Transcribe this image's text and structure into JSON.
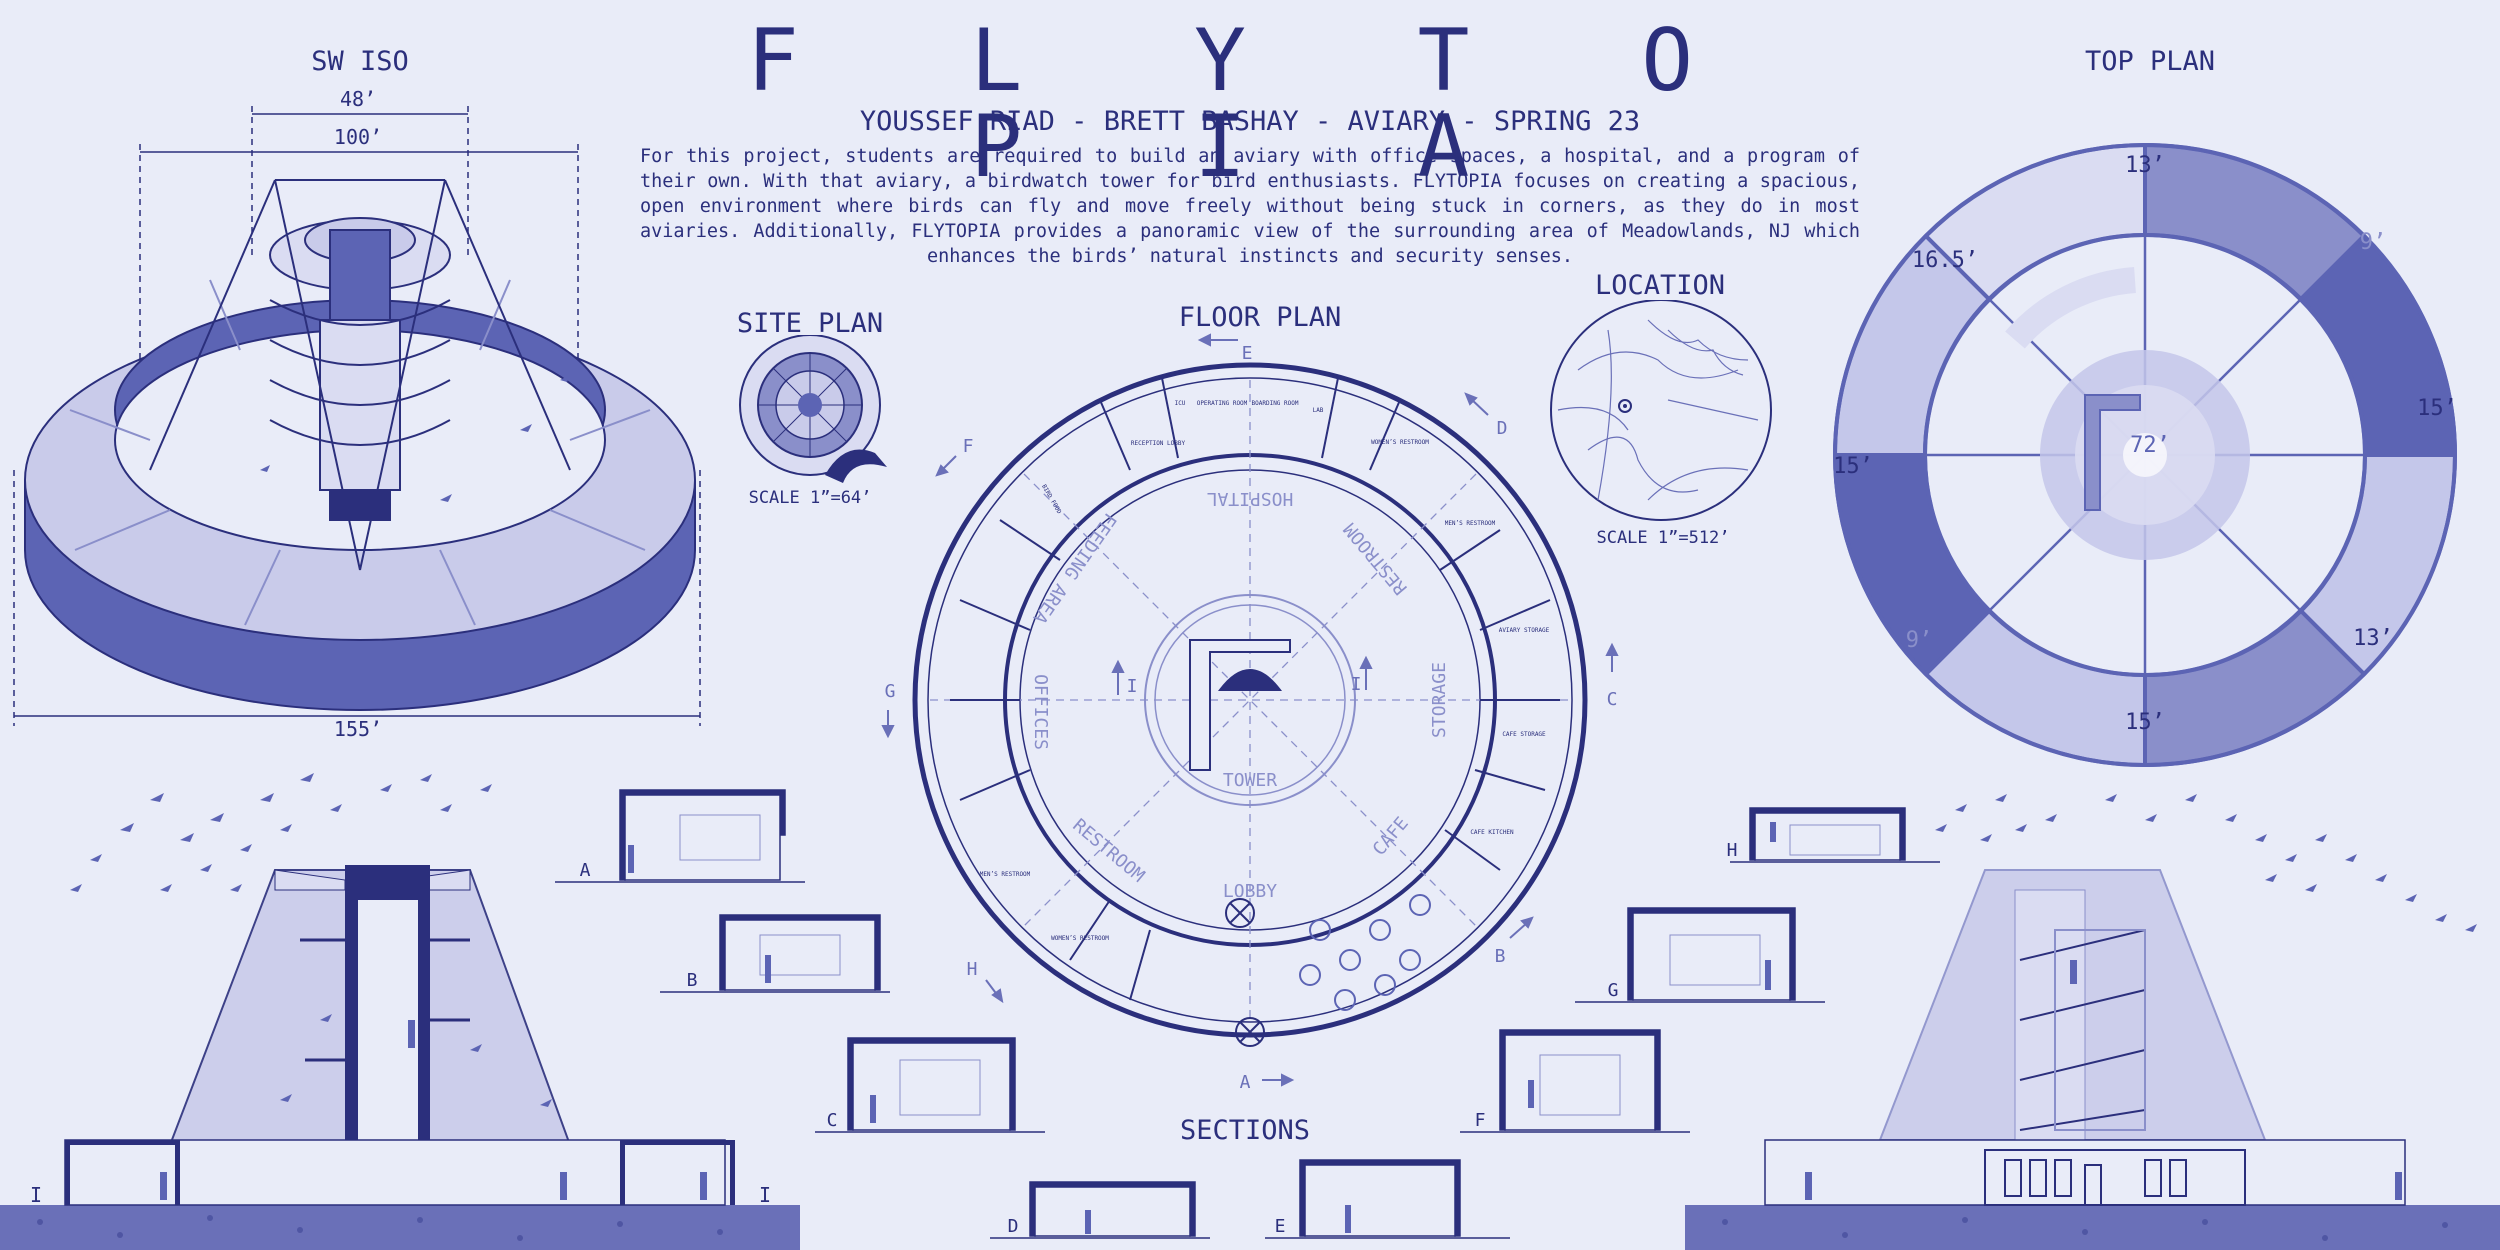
{
  "header": {
    "title": "F L Y T O P I A",
    "subtitle": "YOUSSEF RIAD - BRETT BASHAY - AVIARY - SPRING 23",
    "description": "For this project, students are required to build an aviary with office spaces, a hospital, and a program of their own. With that aviary, a birdwatch tower for bird enthusiasts. FLYTOPIA  focuses on creating a spacious, open environment where birds can fly and move freely without being stuck in corners, as they do in most aviaries. Additionally, FLYTOPIA provides a panoramic view of the surrounding area of Meadowlands, NJ which enhances the birds’ natural instincts and security senses."
  },
  "iso": {
    "title": "SW ISO",
    "dim_top": "48’",
    "dim_mid": "100’",
    "dim_bottom": "155’"
  },
  "site_plan": {
    "title": "SITE PLAN",
    "scale": "SCALE 1”=64’"
  },
  "location": {
    "title": "LOCATION",
    "scale": "SCALE 1”=512’"
  },
  "floor_plan": {
    "title": "FLOOR PLAN",
    "zones": [
      "HOSPITAL",
      "RESTROOM",
      "STORAGE",
      "CAFE",
      "LOBBY",
      "RESTROOM",
      "OFFICES",
      "FEEDING AREA",
      "TOWER"
    ],
    "section_marks": [
      "E",
      "D",
      "C",
      "B",
      "A",
      "H",
      "G",
      "F",
      "I",
      "I"
    ],
    "rooms": [
      "RECEPTION LOBBY",
      "ICU",
      "OPERATING ROOM",
      "BOARDING ROOM",
      "LAB",
      "WOMEN’S RESTROOM",
      "MEN’S RESTROOM",
      "AVIARY STORAGE",
      "CAFE STORAGE",
      "CAFE KITCHEN",
      "WOMEN’S RESTROOM",
      "MEN’S RESTROOM",
      "BIRD FOOD"
    ]
  },
  "top_plan": {
    "title": "TOP PLAN",
    "dims": [
      "13’",
      "9’",
      "15’",
      "13’",
      "15’",
      "9’",
      "15’",
      "16.5’",
      "72’"
    ]
  },
  "sections": {
    "title": "SECTIONS",
    "labels": [
      "A",
      "B",
      "C",
      "D",
      "E",
      "F",
      "G",
      "H"
    ],
    "elevation_marks": [
      "I",
      "I"
    ]
  },
  "colors": {
    "background": "#e9ecf8",
    "ink": "#2b2f7c",
    "mid": "#5c64b4",
    "light": "#c4c7ea",
    "pale": "#dadcf2"
  }
}
